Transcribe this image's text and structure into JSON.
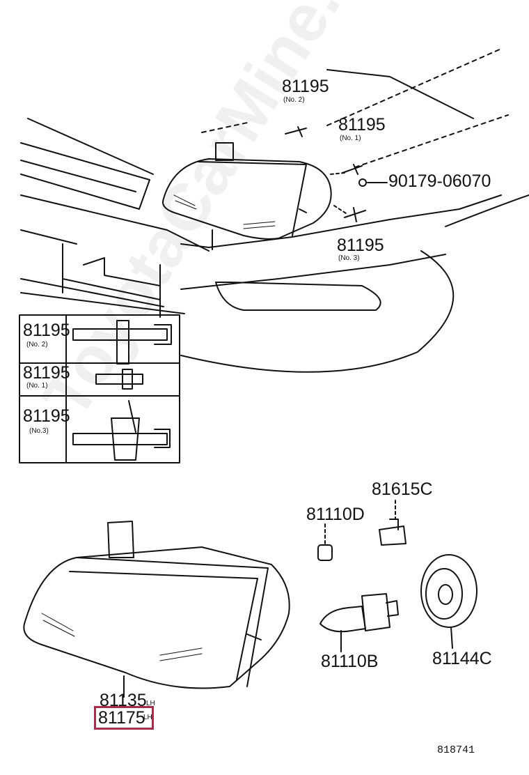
{
  "labels": {
    "p81195_no2": "81195",
    "p81195_no2_sub": "(No. 2)",
    "p81195_no1": "81195",
    "p81195_no1_sub": "(No. 1)",
    "p90179": "90179-06070",
    "p81195_no3": "81195",
    "p81195_no3_sub": "(No. 3)",
    "inset_no2": "81195",
    "inset_no2_sub": "(No. 2)",
    "inset_no1": "81195",
    "inset_no1_sub": "(No. 1)",
    "inset_no3": "81195",
    "inset_no3_sub": "(No.3)",
    "p81615C": "81615C",
    "p81110D": "81110D",
    "p81110B": "81110B",
    "p81144C": "81144C",
    "p81135": "81135",
    "p81175": "81175",
    "lh_mark_1": "LH",
    "lh_mark_2": "LH",
    "ref_number": "818741"
  },
  "watermark": "ToyotaCarMine.ru",
  "colors": {
    "highlight_border": "#a3304a",
    "line": "#111111"
  }
}
